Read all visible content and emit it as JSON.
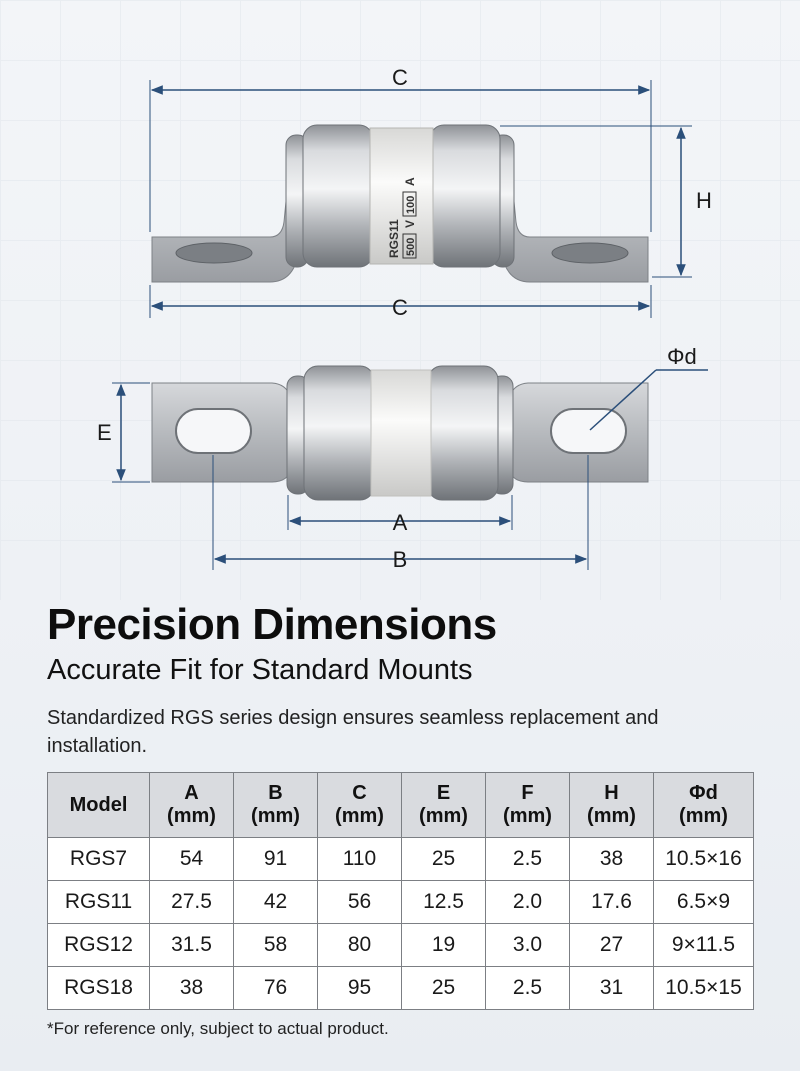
{
  "diagram": {
    "labels": {
      "c_top": "C",
      "c_bottom": "C",
      "h": "H",
      "phi_d": "Φd",
      "e": "E",
      "a": "A",
      "b": "B"
    },
    "fuse_marking": {
      "model": "RGS11",
      "voltage_value": "500",
      "voltage_unit": "V",
      "current_value": "100",
      "current_unit": "A"
    }
  },
  "heading": {
    "title": "Precision Dimensions",
    "subtitle": "Accurate Fit for Standard Mounts",
    "description": "Standardized RGS series design ensures seamless replacement and installation."
  },
  "table": {
    "headers": [
      {
        "name": "Model",
        "unit": ""
      },
      {
        "name": "A",
        "unit": "(mm)"
      },
      {
        "name": "B",
        "unit": "(mm)"
      },
      {
        "name": "C",
        "unit": "(mm)"
      },
      {
        "name": "E",
        "unit": "(mm)"
      },
      {
        "name": "F",
        "unit": "(mm)"
      },
      {
        "name": "H",
        "unit": "(mm)"
      },
      {
        "name": "Φd",
        "unit": "(mm)"
      }
    ],
    "rows": [
      [
        "RGS7",
        "54",
        "91",
        "110",
        "25",
        "2.5",
        "38",
        "10.5×16"
      ],
      [
        "RGS11",
        "27.5",
        "42",
        "56",
        "12.5",
        "2.0",
        "17.6",
        "6.5×9"
      ],
      [
        "RGS12",
        "31.5",
        "58",
        "80",
        "19",
        "3.0",
        "27",
        "9×11.5"
      ],
      [
        "RGS18",
        "38",
        "76",
        "95",
        "25",
        "2.5",
        "31",
        "10.5×15"
      ]
    ]
  },
  "footnote": "*For reference only, subject to actual product.",
  "colors": {
    "dimension_line": "#2b4f7a",
    "table_header_bg": "#d9dbdf",
    "metal": "#b9bcc0",
    "ceramic": "#f2f2f0"
  }
}
